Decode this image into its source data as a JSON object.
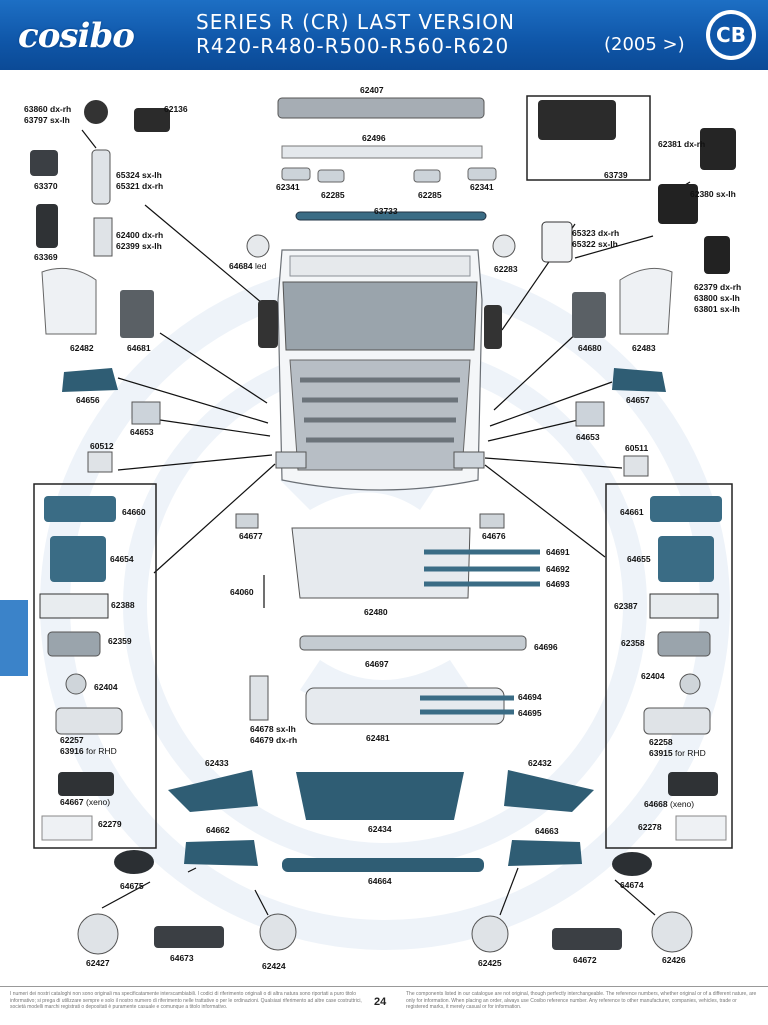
{
  "header": {
    "brand": "cosibo",
    "title_line1": "SERIES R (CR) LAST VERSION",
    "title_line2": "R420-R480-R500-R560-R620",
    "year": "(2005 >)",
    "badge": "CB"
  },
  "colors": {
    "header_blue": "#0f56a8",
    "side_tab": "#3b83c9",
    "part_grey": "#8f9aa3",
    "part_blue": "#2f5d74"
  },
  "labels": {
    "p62407": "62407",
    "p62136": "62136",
    "p63860": "63860 dx-rh",
    "p63797": "63797 sx-lh",
    "p62496": "62496",
    "p62381": "62381 dx-rh",
    "p63370": "63370",
    "p65324": "65324 sx-lh",
    "p65321": "65321 dx-rh",
    "p62341l": "62341",
    "p62285l": "62285",
    "p62285r": "62285",
    "p62341r": "62341",
    "p63739": "63739",
    "p62380": "62380 sx-lh",
    "p63733": "63733",
    "p62400": "62400 dx-rh",
    "p62399": "62399 sx-lh",
    "p65323": "65323 dx-rh",
    "p65322": "65322 sx-lh",
    "p63369": "63369",
    "p64684": "64684",
    "p64684_led": "led",
    "p62283": "62283",
    "p62379": "62379 dx-rh",
    "p63800": "63800 sx-lh",
    "p63801": "63801 sx-lh",
    "p62482": "62482",
    "p64681": "64681",
    "p64680": "64680",
    "p62483": "62483",
    "p64656": "64656",
    "p64657": "64657",
    "p64653l": "64653",
    "p64653r": "64653",
    "p60512": "60512",
    "p60511": "60511",
    "p64660": "64660",
    "p64677": "64677",
    "p64676": "64676",
    "p64661": "64661",
    "p64654": "64654",
    "p64691": "64691",
    "p64692": "64692",
    "p64693": "64693",
    "p64655": "64655",
    "p64060": "64060",
    "p62388": "62388",
    "p62480": "62480",
    "p62387": "62387",
    "p62359": "62359",
    "p64696": "64696",
    "p62358": "62358",
    "p64697": "64697",
    "p62404l": "62404",
    "p62404r": "62404",
    "p64694": "64694",
    "p64695": "64695",
    "p64678": "64678 sx-lh",
    "p64679": "64679 dx-rh",
    "p62481": "62481",
    "p62257": "62257",
    "p63916": "63916",
    "p63916_rhd": "for RHD",
    "p62258": "62258",
    "p63915": "63915",
    "p63915_rhd": "for RHD",
    "p62433": "62433",
    "p62432": "62432",
    "p64667": "64667",
    "p64667_x": "(xeno)",
    "p64668": "64668",
    "p64668_x": "(xeno)",
    "p62279": "62279",
    "p62278": "62278",
    "p62434": "62434",
    "p64662": "64662",
    "p64663": "64663",
    "p64675": "64675",
    "p64664": "64664",
    "p64674": "64674",
    "p62427": "62427",
    "p64673": "64673",
    "p62424": "62424",
    "p62425": "62425",
    "p64672": "64672",
    "p62426": "62426"
  },
  "footer": {
    "page": "24",
    "left_text": "I numeri dei nostri cataloghi non sono originali ma specificatamente interscambiabili. I codici di riferimento originali o di altra natura sono riportati a puro titolo informativo; si prega di utilizzare sempre e solo il nostro numero di riferimento nelle trattative o per le ordinazioni. Qualsiasi riferimento ad altre case costruttrici, società modelli marchi registrati o depositati è puramente casuale e comunque a titolo informativo.",
    "right_text": "The components listed in our catalogue are not original, though perfectly interchangeable. The reference numbers, whether original or of a different nature, are only for information. When placing an order, always use Cosibo reference number. Any reference to other manufacturer, companies, vehicles, trade or registered marks, it merely casual or for information."
  }
}
